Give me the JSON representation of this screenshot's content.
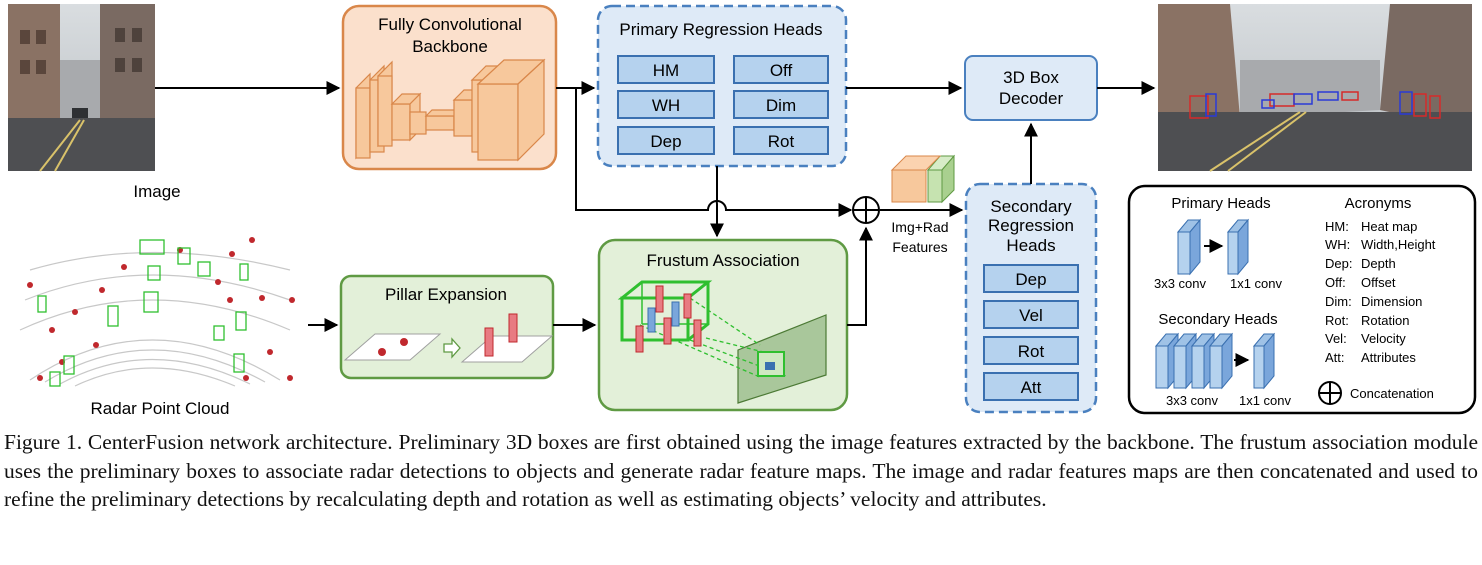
{
  "inputs": {
    "image_label": "Image",
    "radar_label": "Radar Point Cloud"
  },
  "backbone": {
    "title_line1": "Fully Convolutional",
    "title_line2": "Backbone"
  },
  "primary_heads": {
    "title": "Primary Regression Heads",
    "items": [
      "HM",
      "Off",
      "WH",
      "Dim",
      "Dep",
      "Rot"
    ]
  },
  "decoder": {
    "line1": "3D Box",
    "line2": "Decoder"
  },
  "features": {
    "line1": "Img+Rad",
    "line2": "Features"
  },
  "secondary_heads": {
    "title_line1": "Secondary",
    "title_line2": "Regression",
    "title_line3": "Heads",
    "items": [
      "Dep",
      "Vel",
      "Rot",
      "Att"
    ]
  },
  "pillar": {
    "title": "Pillar Expansion"
  },
  "frustum": {
    "title": "Frustum Association"
  },
  "legend": {
    "primary_title": "Primary Heads",
    "primary_conv1": "3x3 conv",
    "primary_conv2": "1x1 conv",
    "secondary_title": "Secondary Heads",
    "secondary_conv1": "3x3 conv",
    "secondary_conv2": "1x1 conv",
    "acronyms_title": "Acronyms",
    "acronyms": [
      {
        "abbr": "HM:",
        "full": "Heat map"
      },
      {
        "abbr": "WH:",
        "full": "Width,Height"
      },
      {
        "abbr": "Dep:",
        "full": "Depth"
      },
      {
        "abbr": "Off:",
        "full": "Offset"
      },
      {
        "abbr": "Dim:",
        "full": "Dimension"
      },
      {
        "abbr": "Rot:",
        "full": "Rotation"
      },
      {
        "abbr": "Vel:",
        "full": "Velocity"
      },
      {
        "abbr": "Att:",
        "full": "Attributes"
      }
    ],
    "concat_label": "Concatenation"
  },
  "caption": "Figure 1. CenterFusion network architecture. Preliminary 3D boxes are first obtained using the image features extracted by the backbone. The frustum association module uses the preliminary boxes to associate radar detections to objects and generate radar feature maps. The image and radar features maps are then concatenated and used to refine the preliminary detections by recalculating depth and rotation as well as estimating objects’ velocity and attributes.",
  "colors": {
    "orange_fill": "#fbe0cc",
    "orange_stroke": "#d9874a",
    "blue_fill": "#deeaf7",
    "blue_stroke": "#4a80bf",
    "green_fill": "#e3f0d9",
    "green_stroke": "#5f9a43"
  }
}
